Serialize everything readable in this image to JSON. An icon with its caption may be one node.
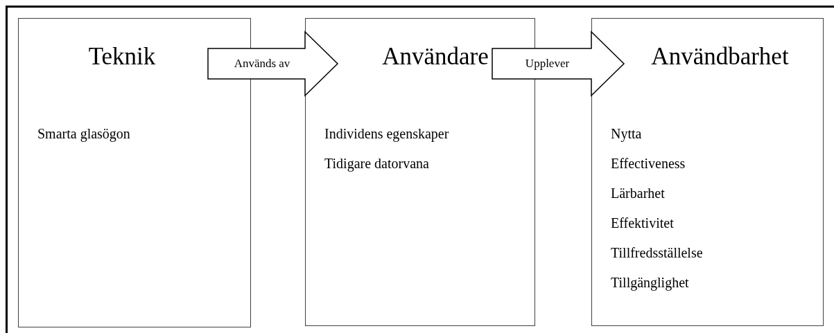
{
  "diagram": {
    "nodes": [
      {
        "text": [
          "Teknik",
          "Smarta glasögon"
        ]
      },
      {
        "text": [
          "Användare",
          "Individens egenskaper",
          "Tidigare datorvana"
        ]
      },
      {
        "text": [
          "Användbarhet",
          "Nytta",
          "Effectiveness",
          "Lärbarhet",
          "Effektivitet",
          "Tillfredsställelse",
          "Tillgänglighet"
        ]
      }
    ],
    "edges": [
      {
        "from": 0,
        "to": 1,
        "arrow": "to",
        "label": "Används av"
      },
      {
        "from": 1,
        "to": 2,
        "arrow": "to",
        "label": "Upplever"
      }
    ]
  }
}
